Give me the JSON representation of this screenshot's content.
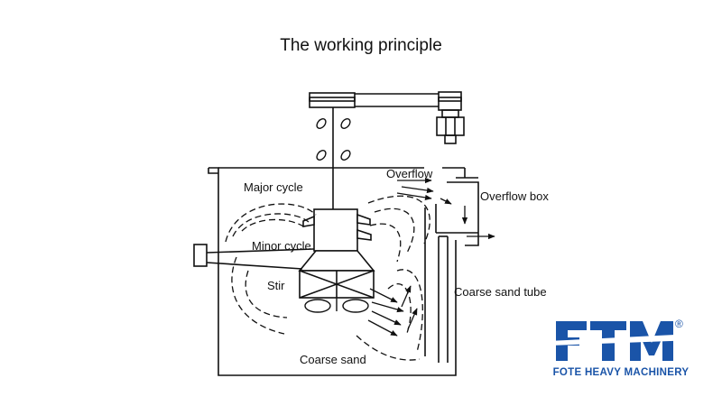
{
  "title": "The working principle",
  "labels": {
    "overflow": "Overflow",
    "overflow_box": "Overflow box",
    "major_cycle": "Major cycle",
    "minor_cycle": "Minor cycle",
    "stir": "Stir",
    "coarse_sand_tube": "Coarse sand tube",
    "coarse_sand": "Coarse sand"
  },
  "brand": {
    "logo_text": "FTM",
    "registered": "®",
    "caption": "FOTE HEAVY MACHINERY",
    "color": "#1a54a8"
  },
  "colors": {
    "line": "#111111",
    "background": "#ffffff"
  }
}
